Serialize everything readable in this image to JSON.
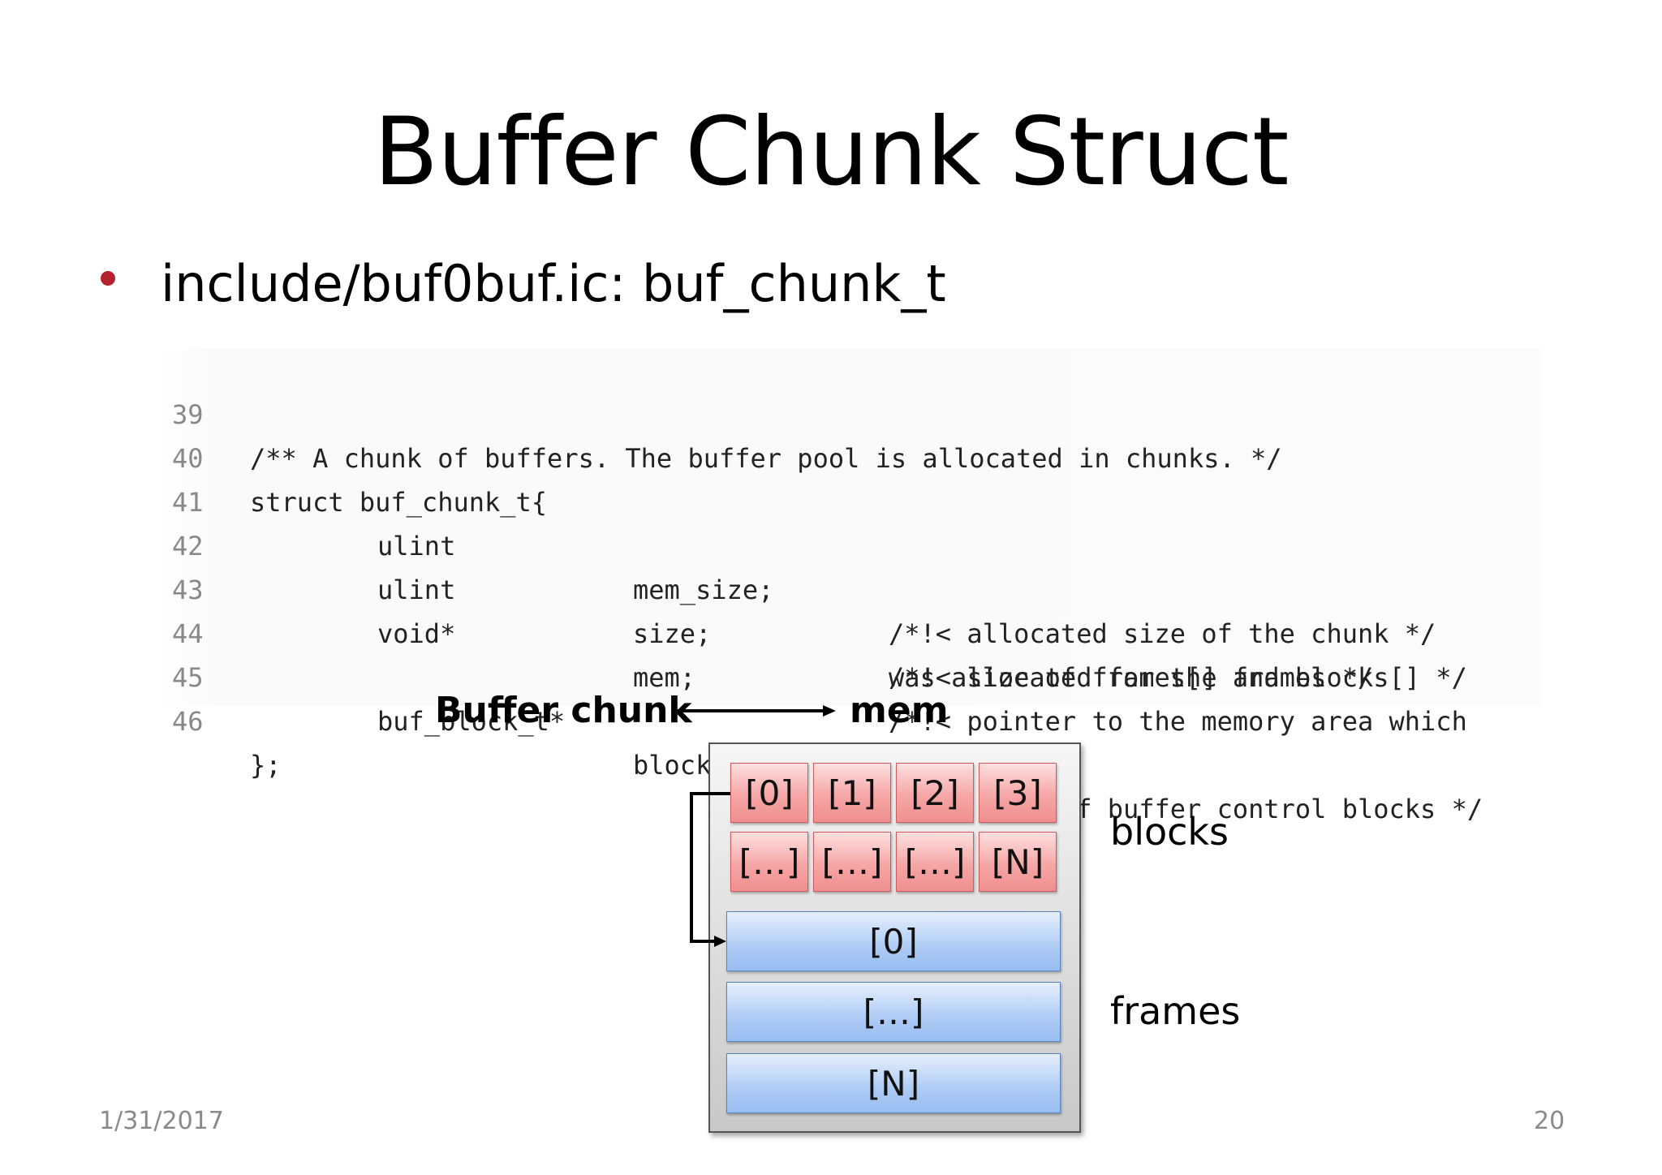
{
  "slide": {
    "title": "Buffer Chunk Struct",
    "bullet": "include/buf0buf.ic: buf_chunk_t",
    "footer_date": "1/31/2017",
    "page_number": "20",
    "accent_color": "#b5222b"
  },
  "code": {
    "lines": [
      {
        "num": "39",
        "c1": "/** A chunk of buffers. The buffer pool is allocated in chunks. */",
        "c2": "",
        "c3": "",
        "c4": ""
      },
      {
        "num": "40",
        "c1": "struct buf_chunk_t{",
        "c2": "",
        "c3": "",
        "c4": ""
      },
      {
        "num": "41",
        "c1": "",
        "c2": "ulint",
        "c3": "mem_size;",
        "c4": "/*!< allocated size of the chunk */"
      },
      {
        "num": "42",
        "c1": "",
        "c2": "ulint",
        "c3": "size;",
        "c4": "/*!< size of frames[] and blocks[] */"
      },
      {
        "num": "43",
        "c1": "",
        "c2": "void*",
        "c3": "mem;",
        "c4": "/*!< pointer to the memory area which"
      },
      {
        "num": "44",
        "c1": "",
        "c2": "",
        "c3": "",
        "c4": "was allocated for the frames */"
      },
      {
        "num": "45",
        "c1": "",
        "c2": "buf_block_t*",
        "c3": "blocks;",
        "c4": "/*!< array of buffer control blocks */"
      },
      {
        "num": "46",
        "c1": "};",
        "c2": "",
        "c3": "",
        "c4": ""
      }
    ]
  },
  "diagram": {
    "buffer_chunk_label": "Buffer chunk",
    "mem_label": "mem",
    "blocks_label": "blocks",
    "frames_label": "frames",
    "block_cells": [
      "[0]",
      "[1]",
      "[2]",
      "[3]",
      "[…]",
      "[…]",
      "[…]",
      "[N]"
    ],
    "frame_cells": [
      "[0]",
      "[…]",
      "[N]"
    ],
    "block_color": "#f6a6a6",
    "frame_color": "#aecbf5"
  }
}
